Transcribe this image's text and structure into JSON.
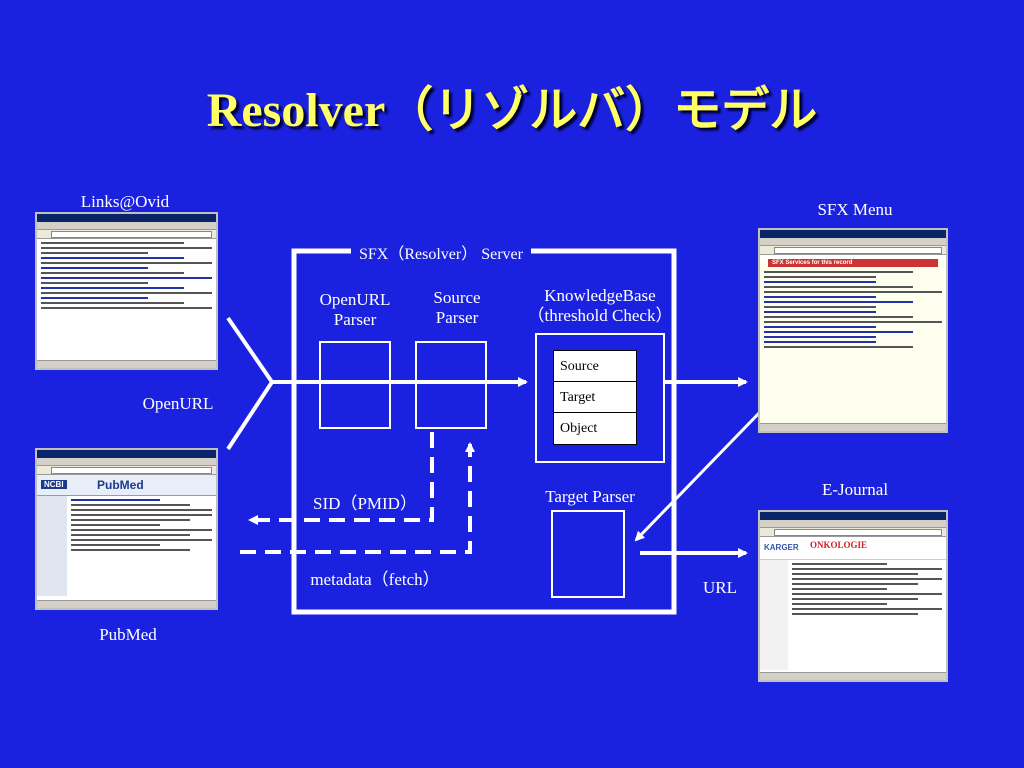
{
  "title": "Resolver（リゾルバ）モデル",
  "server": {
    "label": "SFX（Resolver） Server",
    "openurl_parser": "OpenURL\nParser",
    "source_parser": "Source\nParser",
    "knowledgebase": "KnowledgeBase\n（threshold Check）",
    "kb_rows": [
      "Source",
      "Target",
      "Object"
    ],
    "target_parser": "Target Parser"
  },
  "labels": {
    "links_ovid": "Links@Ovid",
    "openurl": "OpenURL",
    "pubmed": "PubMed",
    "sfx_menu": "SFX Menu",
    "ejournal": "E-Journal",
    "url": "URL",
    "sid_pmid": "SID（PMID）",
    "metadata_fetch": "metadata（fetch）"
  },
  "colors": {
    "background": "#1a22e0",
    "title": "#ffff66",
    "lines": "#ffffff"
  },
  "screenshots": {
    "pubmed_logo": "PubMed",
    "ncbi": "NCBI",
    "sfx_heading": "SFX Services for this record",
    "karger": "KARGER",
    "onkologie": "ONKOLOGIE"
  }
}
